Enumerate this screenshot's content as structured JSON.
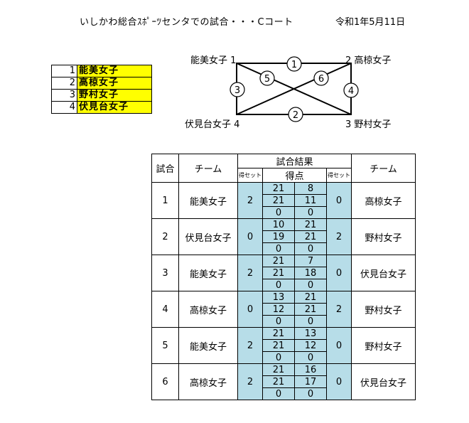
{
  "header": {
    "title": "いしかわ総合ｽﾎﾟｰﾂセンタでの試合・・・Cコート",
    "date": "令和1年5月11日"
  },
  "teams": [
    {
      "num": "1",
      "name": "能美女子"
    },
    {
      "num": "2",
      "name": "高椋女子"
    },
    {
      "num": "3",
      "name": "野村女子"
    },
    {
      "num": "4",
      "name": "伏見台女子"
    }
  ],
  "diagram": {
    "corner_tl": "能美女子 1",
    "corner_tr": "2 高椋女子",
    "corner_bl": "伏見台女子 4",
    "corner_br": "3 野村女子",
    "matches": [
      "1",
      "2",
      "3",
      "4",
      "5",
      "6"
    ]
  },
  "table": {
    "col_match": "試合",
    "col_team": "チーム",
    "col_result": "試合結果",
    "col_sets": "得セット",
    "col_points": "得点",
    "col_team2": "チーム",
    "rows": [
      {
        "no": "1",
        "team_a": "能美女子",
        "sets_a": "2",
        "scores_a": [
          "21",
          "21",
          "0"
        ],
        "scores_b": [
          "8",
          "11",
          "0"
        ],
        "sets_b": "0",
        "team_b": "高椋女子"
      },
      {
        "no": "2",
        "team_a": "伏見台女子",
        "sets_a": "0",
        "scores_a": [
          "10",
          "19",
          "0"
        ],
        "scores_b": [
          "21",
          "21",
          "0"
        ],
        "sets_b": "2",
        "team_b": "野村女子"
      },
      {
        "no": "3",
        "team_a": "能美女子",
        "sets_a": "2",
        "scores_a": [
          "21",
          "21",
          "0"
        ],
        "scores_b": [
          "7",
          "18",
          "0"
        ],
        "sets_b": "0",
        "team_b": "伏見台女子"
      },
      {
        "no": "4",
        "team_a": "高椋女子",
        "sets_a": "0",
        "scores_a": [
          "13",
          "12",
          "0"
        ],
        "scores_b": [
          "21",
          "21",
          "0"
        ],
        "sets_b": "2",
        "team_b": "野村女子"
      },
      {
        "no": "5",
        "team_a": "能美女子",
        "sets_a": "2",
        "scores_a": [
          "21",
          "21",
          "0"
        ],
        "scores_b": [
          "13",
          "12",
          "0"
        ],
        "sets_b": "0",
        "team_b": "野村女子"
      },
      {
        "no": "6",
        "team_a": "高椋女子",
        "sets_a": "2",
        "scores_a": [
          "21",
          "21",
          "0"
        ],
        "scores_b": [
          "16",
          "17",
          "0"
        ],
        "sets_b": "0",
        "team_b": "伏見台女子"
      }
    ]
  },
  "colors": {
    "highlight": "#ffff00",
    "score_bg": "#b7dde8"
  }
}
